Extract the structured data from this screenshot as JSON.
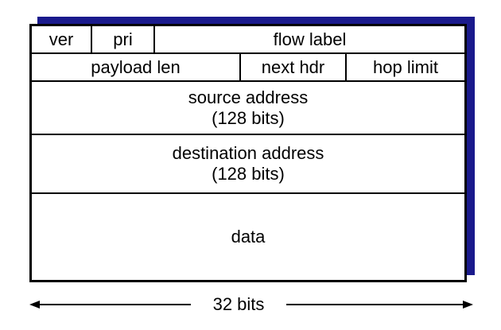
{
  "header": {
    "ver": "ver",
    "pri": "pri",
    "flow_label": "flow label",
    "payload_len": "payload len",
    "next_hdr": "next hdr",
    "hop_limit": "hop limit",
    "source_address": "source address",
    "source_bits": "(128 bits)",
    "destination_address": "destination address",
    "destination_bits": "(128 bits)",
    "data": "data"
  },
  "width": {
    "label": "32 bits"
  },
  "colors": {
    "shadow": "#1a1a8c",
    "border": "#000000"
  }
}
